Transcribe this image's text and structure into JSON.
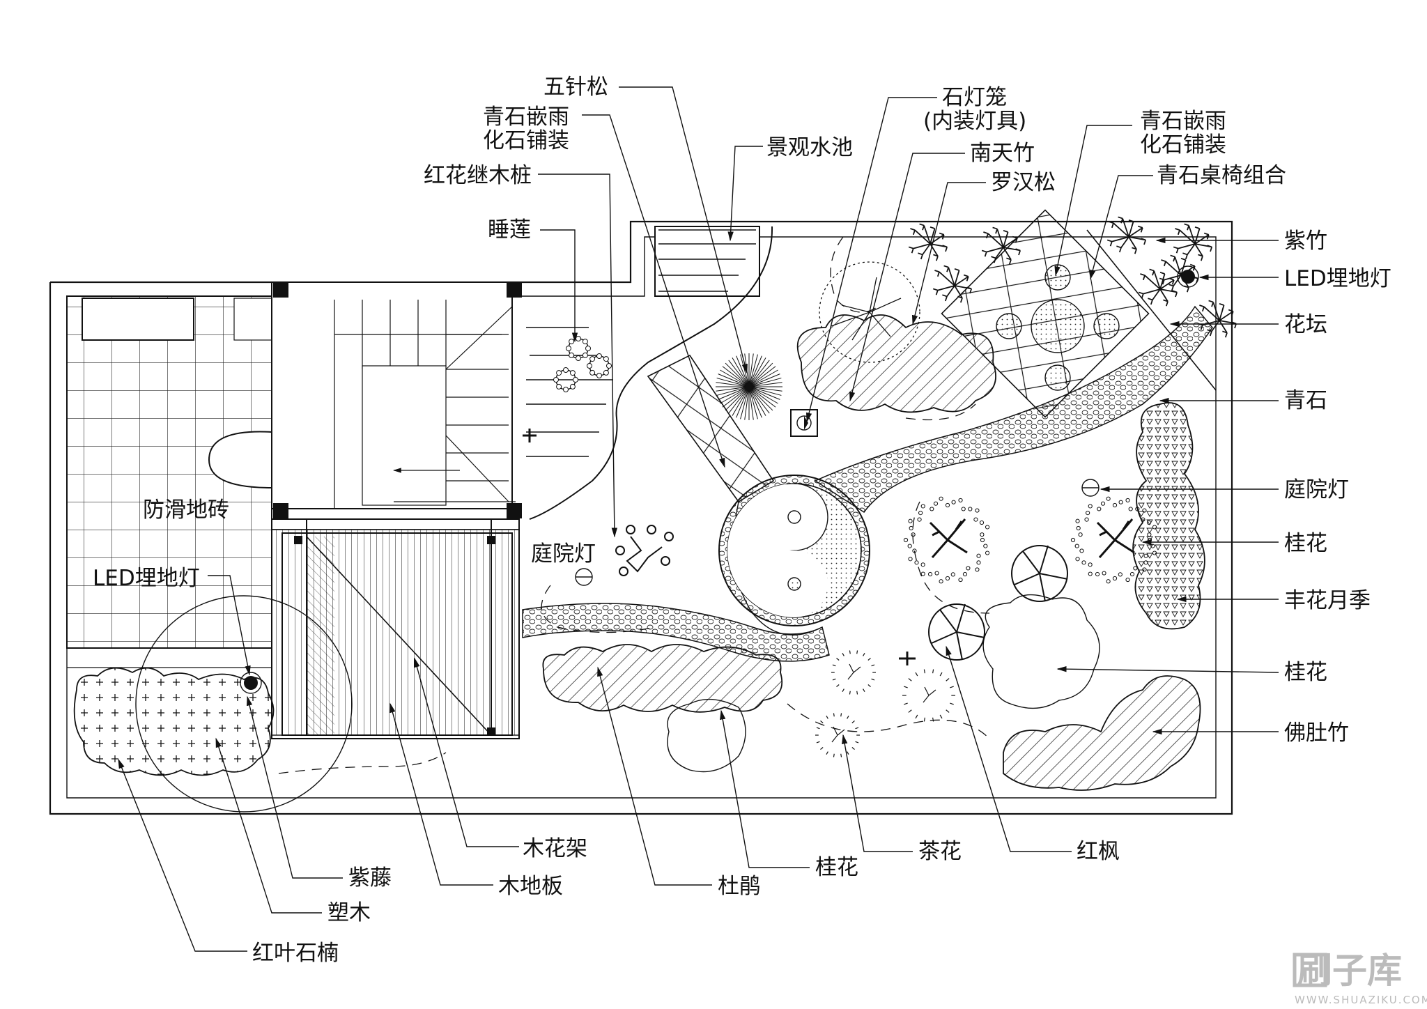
{
  "labels": {
    "wuzhensong": "五针松",
    "qingshi_paving_left_1": "青石嵌雨",
    "qingshi_paving_left_2": "化石铺装",
    "jingguan_shuichi": "景观水池",
    "hongjimu": "红花继木桩",
    "shuilian": "睡莲",
    "shidenglong_1": "石灯笼",
    "shidenglong_2": "(内装灯具)",
    "nantianzhu": "南天竹",
    "luohansong": "罗汉松",
    "qingshi_paving_right_1": "青石嵌雨",
    "qingshi_paving_right_2": "化石铺装",
    "qingshi_zhuoyi": "青石桌椅组合",
    "zizhu": "紫竹",
    "led_right": "LED埋地灯",
    "huatan": "花坛",
    "qingshi": "青石",
    "tingyuandeng_right": "庭院灯",
    "guihua_1": "桂花",
    "fenghua_yueji": "丰花月季",
    "guihua_2": "桂花",
    "foduzhu": "佛肚竹",
    "fanghua_dizhuan": "防滑地砖",
    "led_left": "LED埋地灯",
    "tingyuandeng_left": "庭院灯",
    "muhuajia": "木花架",
    "muduban": "木地板",
    "ziteng": "紫藤",
    "sumu": "塑木",
    "hongye_shinan": "红叶石楠",
    "dujuan": "杜鹃",
    "guihua_3": "桂花",
    "chahua": "茶花",
    "hongfeng": "红枫"
  },
  "watermark": {
    "logo": "刷子库",
    "url": "WWW.SHUAZIKU.COM"
  }
}
